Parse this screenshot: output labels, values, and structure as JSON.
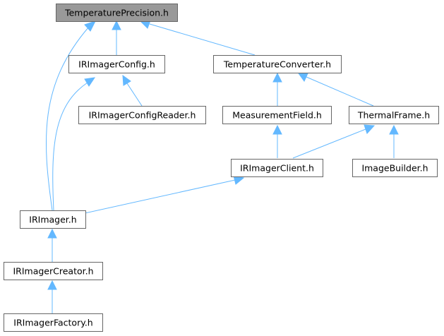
{
  "graph": {
    "nodes": [
      {
        "id": "n_tp",
        "label": "TemperaturePrecision.h",
        "root": true
      },
      {
        "id": "n_cfg",
        "label": "IRImagerConfig.h"
      },
      {
        "id": "n_tconv",
        "label": "TemperatureConverter.h"
      },
      {
        "id": "n_cfgreader",
        "label": "IRImagerConfigReader.h"
      },
      {
        "id": "n_mfield",
        "label": "MeasurementField.h"
      },
      {
        "id": "n_tframe",
        "label": "ThermalFrame.h"
      },
      {
        "id": "n_client",
        "label": "IRImagerClient.h"
      },
      {
        "id": "n_ibuilder",
        "label": "ImageBuilder.h"
      },
      {
        "id": "n_imager",
        "label": "IRImager.h"
      },
      {
        "id": "n_creator",
        "label": "IRImagerCreator.h"
      },
      {
        "id": "n_factory",
        "label": "IRImagerFactory.h"
      }
    ],
    "edges": [
      {
        "from": "n_cfg",
        "to": "n_tp"
      },
      {
        "from": "n_tconv",
        "to": "n_tp"
      },
      {
        "from": "n_imager",
        "to": "n_tp"
      },
      {
        "from": "n_cfgreader",
        "to": "n_cfg"
      },
      {
        "from": "n_imager",
        "to": "n_cfg"
      },
      {
        "from": "n_mfield",
        "to": "n_tconv"
      },
      {
        "from": "n_tframe",
        "to": "n_tconv"
      },
      {
        "from": "n_client",
        "to": "n_mfield"
      },
      {
        "from": "n_client",
        "to": "n_tframe"
      },
      {
        "from": "n_ibuilder",
        "to": "n_tframe"
      },
      {
        "from": "n_imager",
        "to": "n_client"
      },
      {
        "from": "n_creator",
        "to": "n_imager"
      },
      {
        "from": "n_factory",
        "to": "n_creator"
      }
    ],
    "colors": {
      "edge": "#63b8ff",
      "node_border": "#666666",
      "node_fill": "#ffffff",
      "root_fill": "#999999",
      "text": "#000000"
    }
  }
}
